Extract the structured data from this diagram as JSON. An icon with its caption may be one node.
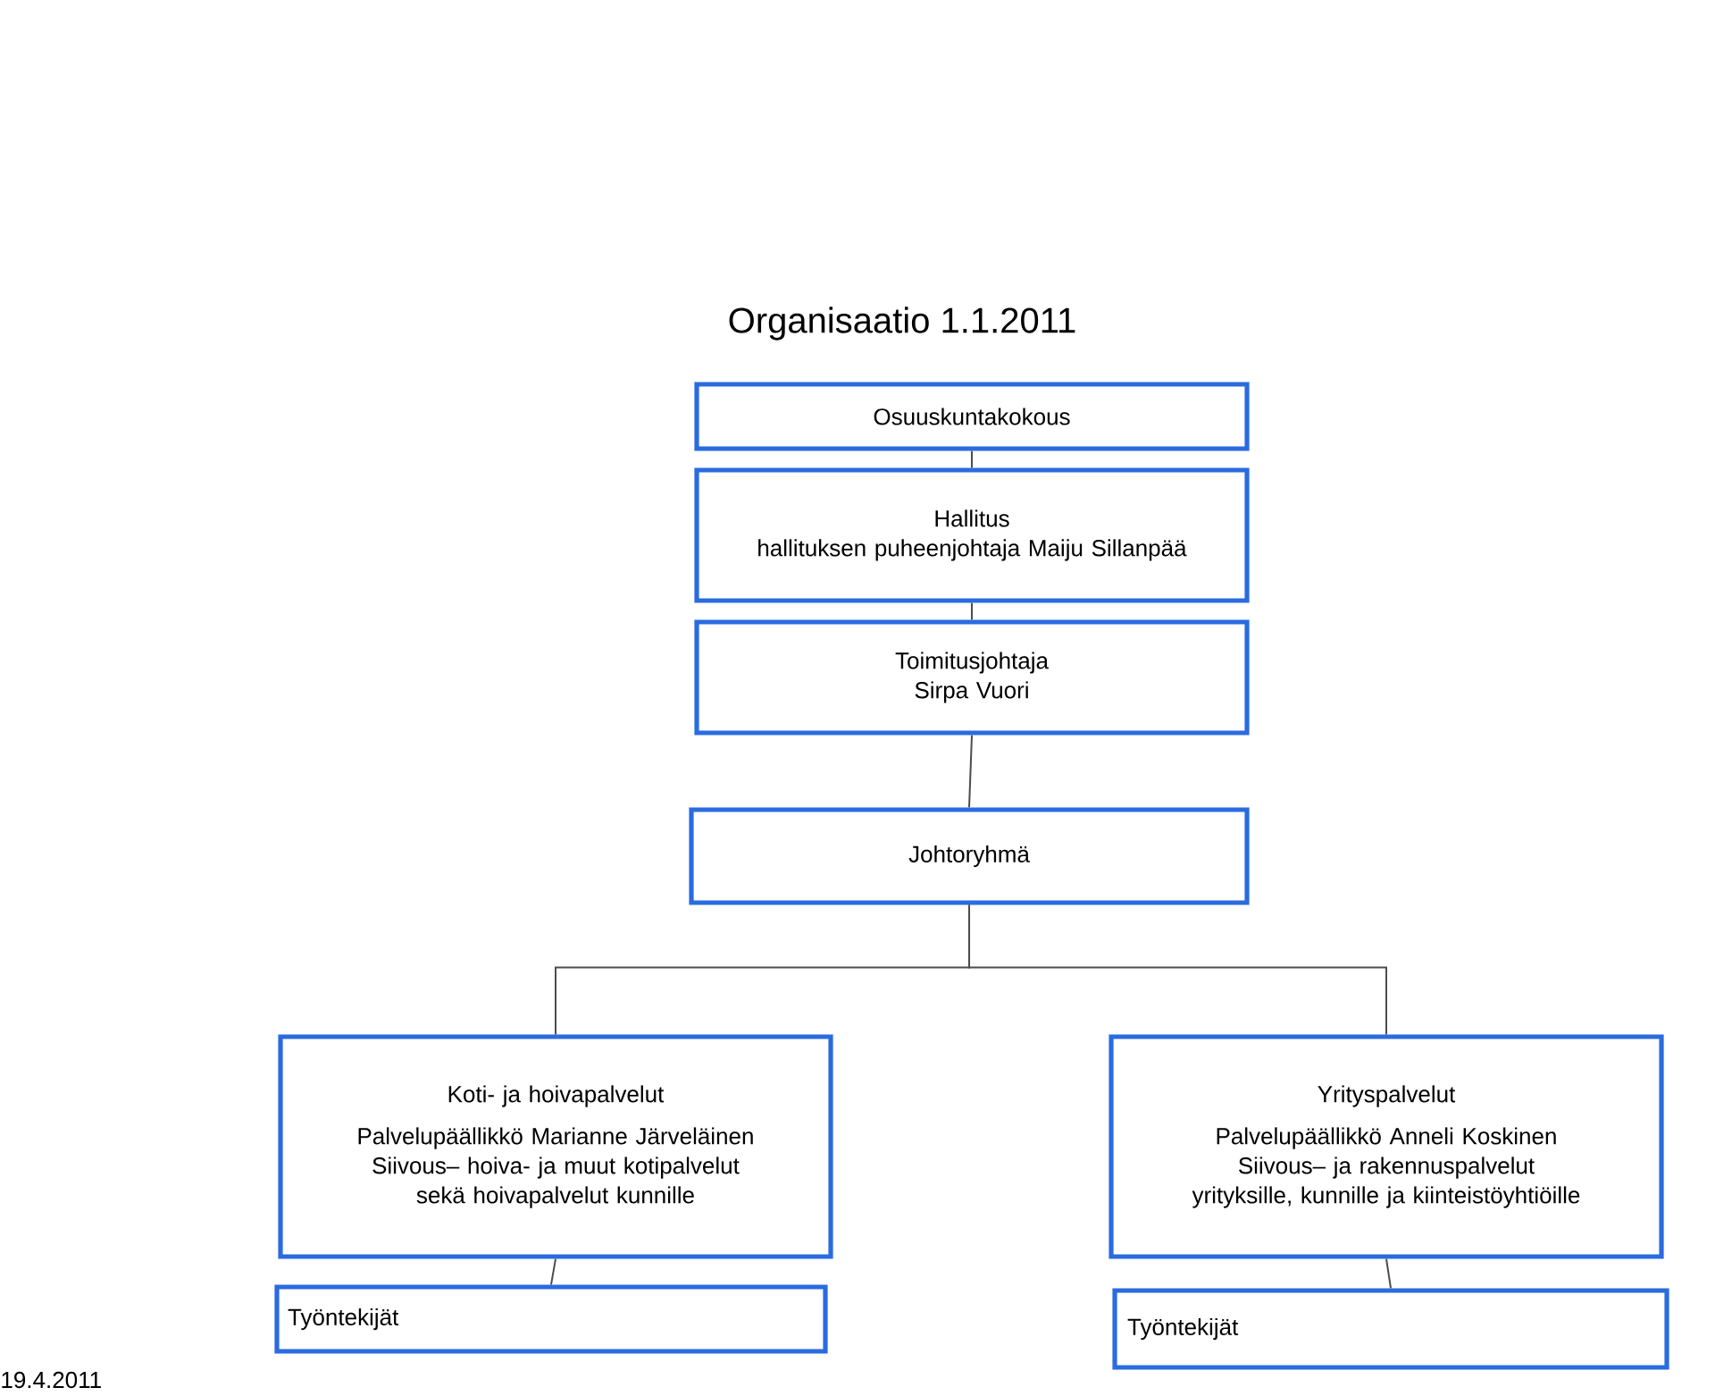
{
  "diagram": {
    "title": "Organisaatio 1.1.2011",
    "nodes": [
      {
        "text": [
          "Osuuskuntakokous"
        ]
      },
      {
        "text": [
          "Hallitus",
          "hallituksen puheenjohtaja Maiju Sillanpää"
        ]
      },
      {
        "text": [
          "Toimitusjohtaja",
          "Sirpa Vuori"
        ]
      },
      {
        "text": [
          "Johtoryhmä"
        ]
      },
      {
        "text": [
          "Koti- ja hoivapalvelut",
          "Palvelupäällikkö Marianne Järveläinen",
          "Siivous– hoiva- ja muut kotipalvelut sekä hoivapalvelut kunnille"
        ]
      },
      {
        "text": [
          "Yrityspalvelut",
          "Palvelupäällikkö Anneli Koskinen",
          "Siivous– ja rakennuspalvelut yrityksille, kunnille ja kiinteistöyhtiöille"
        ]
      },
      {
        "text": [
          "Työntekijät"
        ]
      },
      {
        "text": [
          "Työntekijät"
        ]
      }
    ],
    "edges": [
      {
        "from": 0,
        "to": 1,
        "arrow": "none"
      },
      {
        "from": 1,
        "to": 2,
        "arrow": "none"
      },
      {
        "from": 2,
        "to": 3,
        "arrow": "none"
      },
      {
        "from": 3,
        "to": 4,
        "arrow": "none"
      },
      {
        "from": 3,
        "to": 5,
        "arrow": "none"
      },
      {
        "from": 4,
        "to": 6,
        "arrow": "none"
      },
      {
        "from": 5,
        "to": 7,
        "arrow": "none"
      }
    ],
    "labels": [
      "19.4.2011"
    ]
  }
}
